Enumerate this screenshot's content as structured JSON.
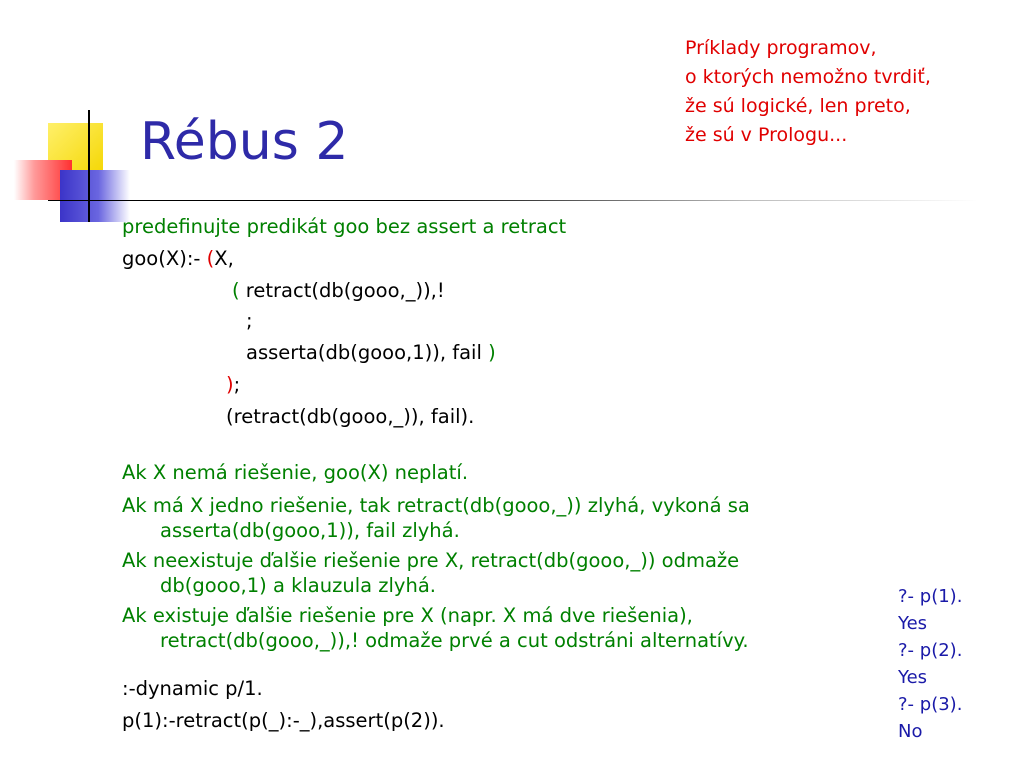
{
  "title": "Rébus 2",
  "note": [
    "Príklady programov,",
    "o ktorých nemožno tvrdiť,",
    "že sú logické, len preto,",
    "že sú v Prologu..."
  ],
  "intro": "predefinujte predikát goo bez assert a retract",
  "code": {
    "l1_head": "goo(X):- ",
    "l1_paren": "(",
    "l1_tail": "X,",
    "l2_paren": "(",
    "l2_tail": " retract(db(gooo,_)),!",
    "l3": ";",
    "l4_body": "asserta(db(gooo,1)), fail ",
    "l4_paren": ")",
    "l5_paren": ")",
    "l5_tail": ";",
    "l6": "(retract(db(gooo,_)), fail)."
  },
  "bullets": [
    {
      "line1": "Ak X nemá riešenie, goo(X) neplatí.",
      "line2": ""
    },
    {
      "line1": "Ak má X jedno riešenie, tak retract(db(gooo,_)) zlyhá, vykoná sa",
      "line2": "asserta(db(gooo,1)), fail zlyhá."
    },
    {
      "line1": "Ak neexistuje ďalšie riešenie pre X, retract(db(gooo,_)) odmaže",
      "line2": "db(gooo,1) a klauzula zlyhá."
    },
    {
      "line1": "Ak existuje ďalšie riešenie pre X (napr. X má dve riešenia),",
      "line2": "retract(db(gooo,_)),! odmaže prvé a cut odstráni alternatívy."
    }
  ],
  "footer": [
    ":-dynamic p/1.",
    "p(1):-retract(p(_):-_),assert(p(2))."
  ],
  "query": [
    "?- p(1).",
    "Yes",
    "?- p(2).",
    "Yes",
    "?- p(3).",
    "No"
  ],
  "colors": {
    "title": "#2e2aa8",
    "note": "#e00000",
    "green": "#008000",
    "query": "#1a1aa8"
  }
}
